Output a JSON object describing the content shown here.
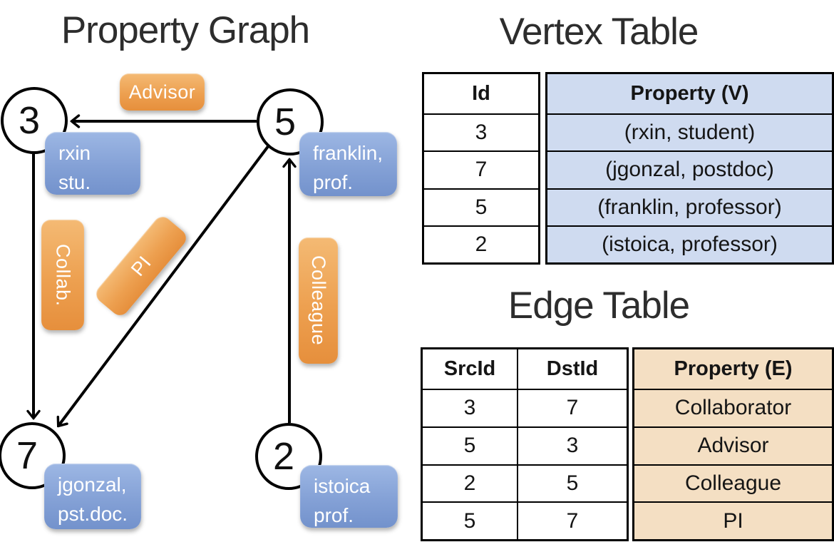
{
  "graph": {
    "title": "Property Graph",
    "vertices": [
      {
        "id": "3",
        "label_lines": [
          "rxin",
          "stu."
        ]
      },
      {
        "id": "5",
        "label_lines": [
          "franklin,",
          "prof."
        ]
      },
      {
        "id": "7",
        "label_lines": [
          "jgonzal,",
          "pst.doc."
        ]
      },
      {
        "id": "2",
        "label_lines": [
          "istoica",
          "prof."
        ]
      }
    ],
    "edge_labels": {
      "advisor": "Advisor",
      "collab": "Collab.",
      "pi": "PI",
      "colleague": "Colleague"
    }
  },
  "vertex_table": {
    "title": "Vertex Table",
    "columns": {
      "id": "Id",
      "property": "Property (V)"
    },
    "rows": [
      [
        "3",
        "(rxin, student)"
      ],
      [
        "7",
        "(jgonzal, postdoc)"
      ],
      [
        "5",
        "(franklin, professor)"
      ],
      [
        "2",
        "(istoica, professor)"
      ]
    ]
  },
  "edge_table": {
    "title": "Edge Table",
    "columns": {
      "src": "SrcId",
      "dst": "DstId",
      "property": "Property (E)"
    },
    "rows": [
      [
        "3",
        "7",
        "Collaborator"
      ],
      [
        "5",
        "3",
        "Advisor"
      ],
      [
        "2",
        "5",
        "Colleague"
      ],
      [
        "5",
        "7",
        "PI"
      ]
    ]
  },
  "colors": {
    "vertex_box_blue": "#84a1d6",
    "edge_label_orange": "#eda050",
    "vertex_table_fill": "#cfdbf0",
    "edge_table_fill": "#f4dfc3",
    "line_black": "#000000"
  }
}
